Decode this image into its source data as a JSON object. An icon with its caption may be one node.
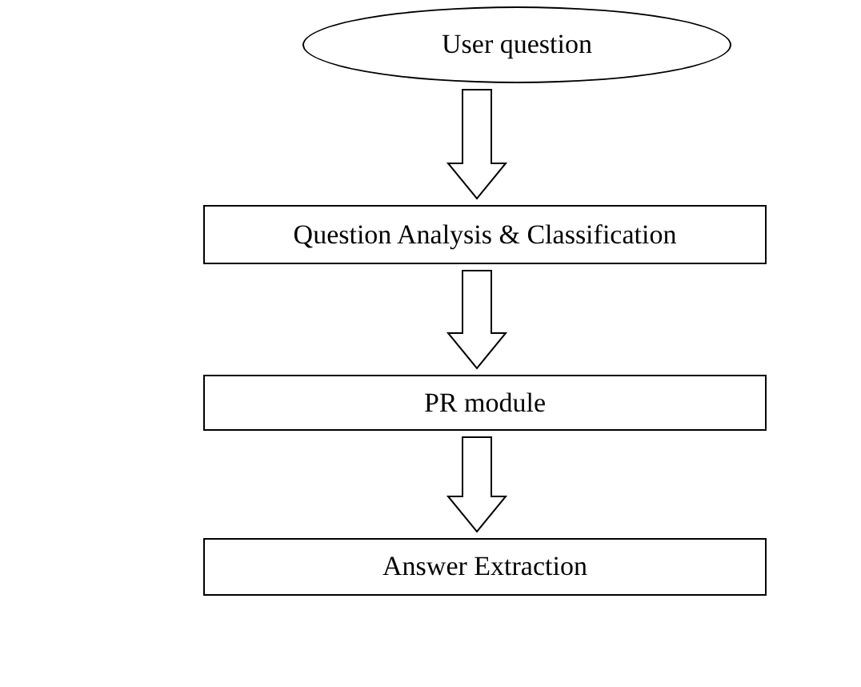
{
  "diagram": {
    "nodes": [
      {
        "text": [
          "User question"
        ]
      },
      {
        "text": [
          "Question Analysis & Classification"
        ]
      },
      {
        "text": [
          "PR module"
        ]
      },
      {
        "text": [
          "Answer Extraction"
        ]
      }
    ],
    "edges": [
      {
        "from": 0,
        "to": 1,
        "arrow": "to"
      },
      {
        "from": 1,
        "to": 2,
        "arrow": "to"
      },
      {
        "from": 2,
        "to": 3,
        "arrow": "to"
      }
    ]
  }
}
